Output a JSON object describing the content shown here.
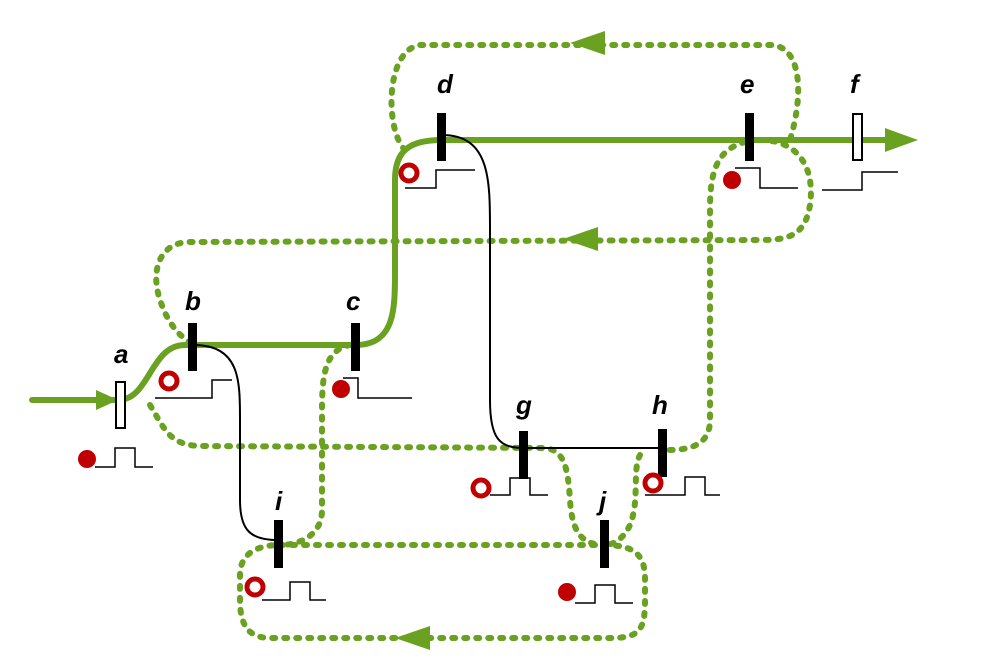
{
  "nodes": [
    {
      "id": "a",
      "label": "a",
      "kind": "hollow",
      "state": "filled"
    },
    {
      "id": "b",
      "label": "b",
      "kind": "solid",
      "state": "open"
    },
    {
      "id": "c",
      "label": "c",
      "kind": "solid",
      "state": "filled"
    },
    {
      "id": "d",
      "label": "d",
      "kind": "solid",
      "state": "open"
    },
    {
      "id": "e",
      "label": "e",
      "kind": "solid",
      "state": "filled"
    },
    {
      "id": "f",
      "label": "f",
      "kind": "hollow",
      "state": "none"
    },
    {
      "id": "g",
      "label": "g",
      "kind": "solid",
      "state": "open"
    },
    {
      "id": "h",
      "label": "h",
      "kind": "solid",
      "state": "open"
    },
    {
      "id": "i",
      "label": "i",
      "kind": "solid",
      "state": "open"
    },
    {
      "id": "j",
      "label": "j",
      "kind": "solid",
      "state": "filled"
    }
  ],
  "colors": {
    "path": "#6aa121",
    "marker": "#c00000",
    "wire": "#000000"
  }
}
